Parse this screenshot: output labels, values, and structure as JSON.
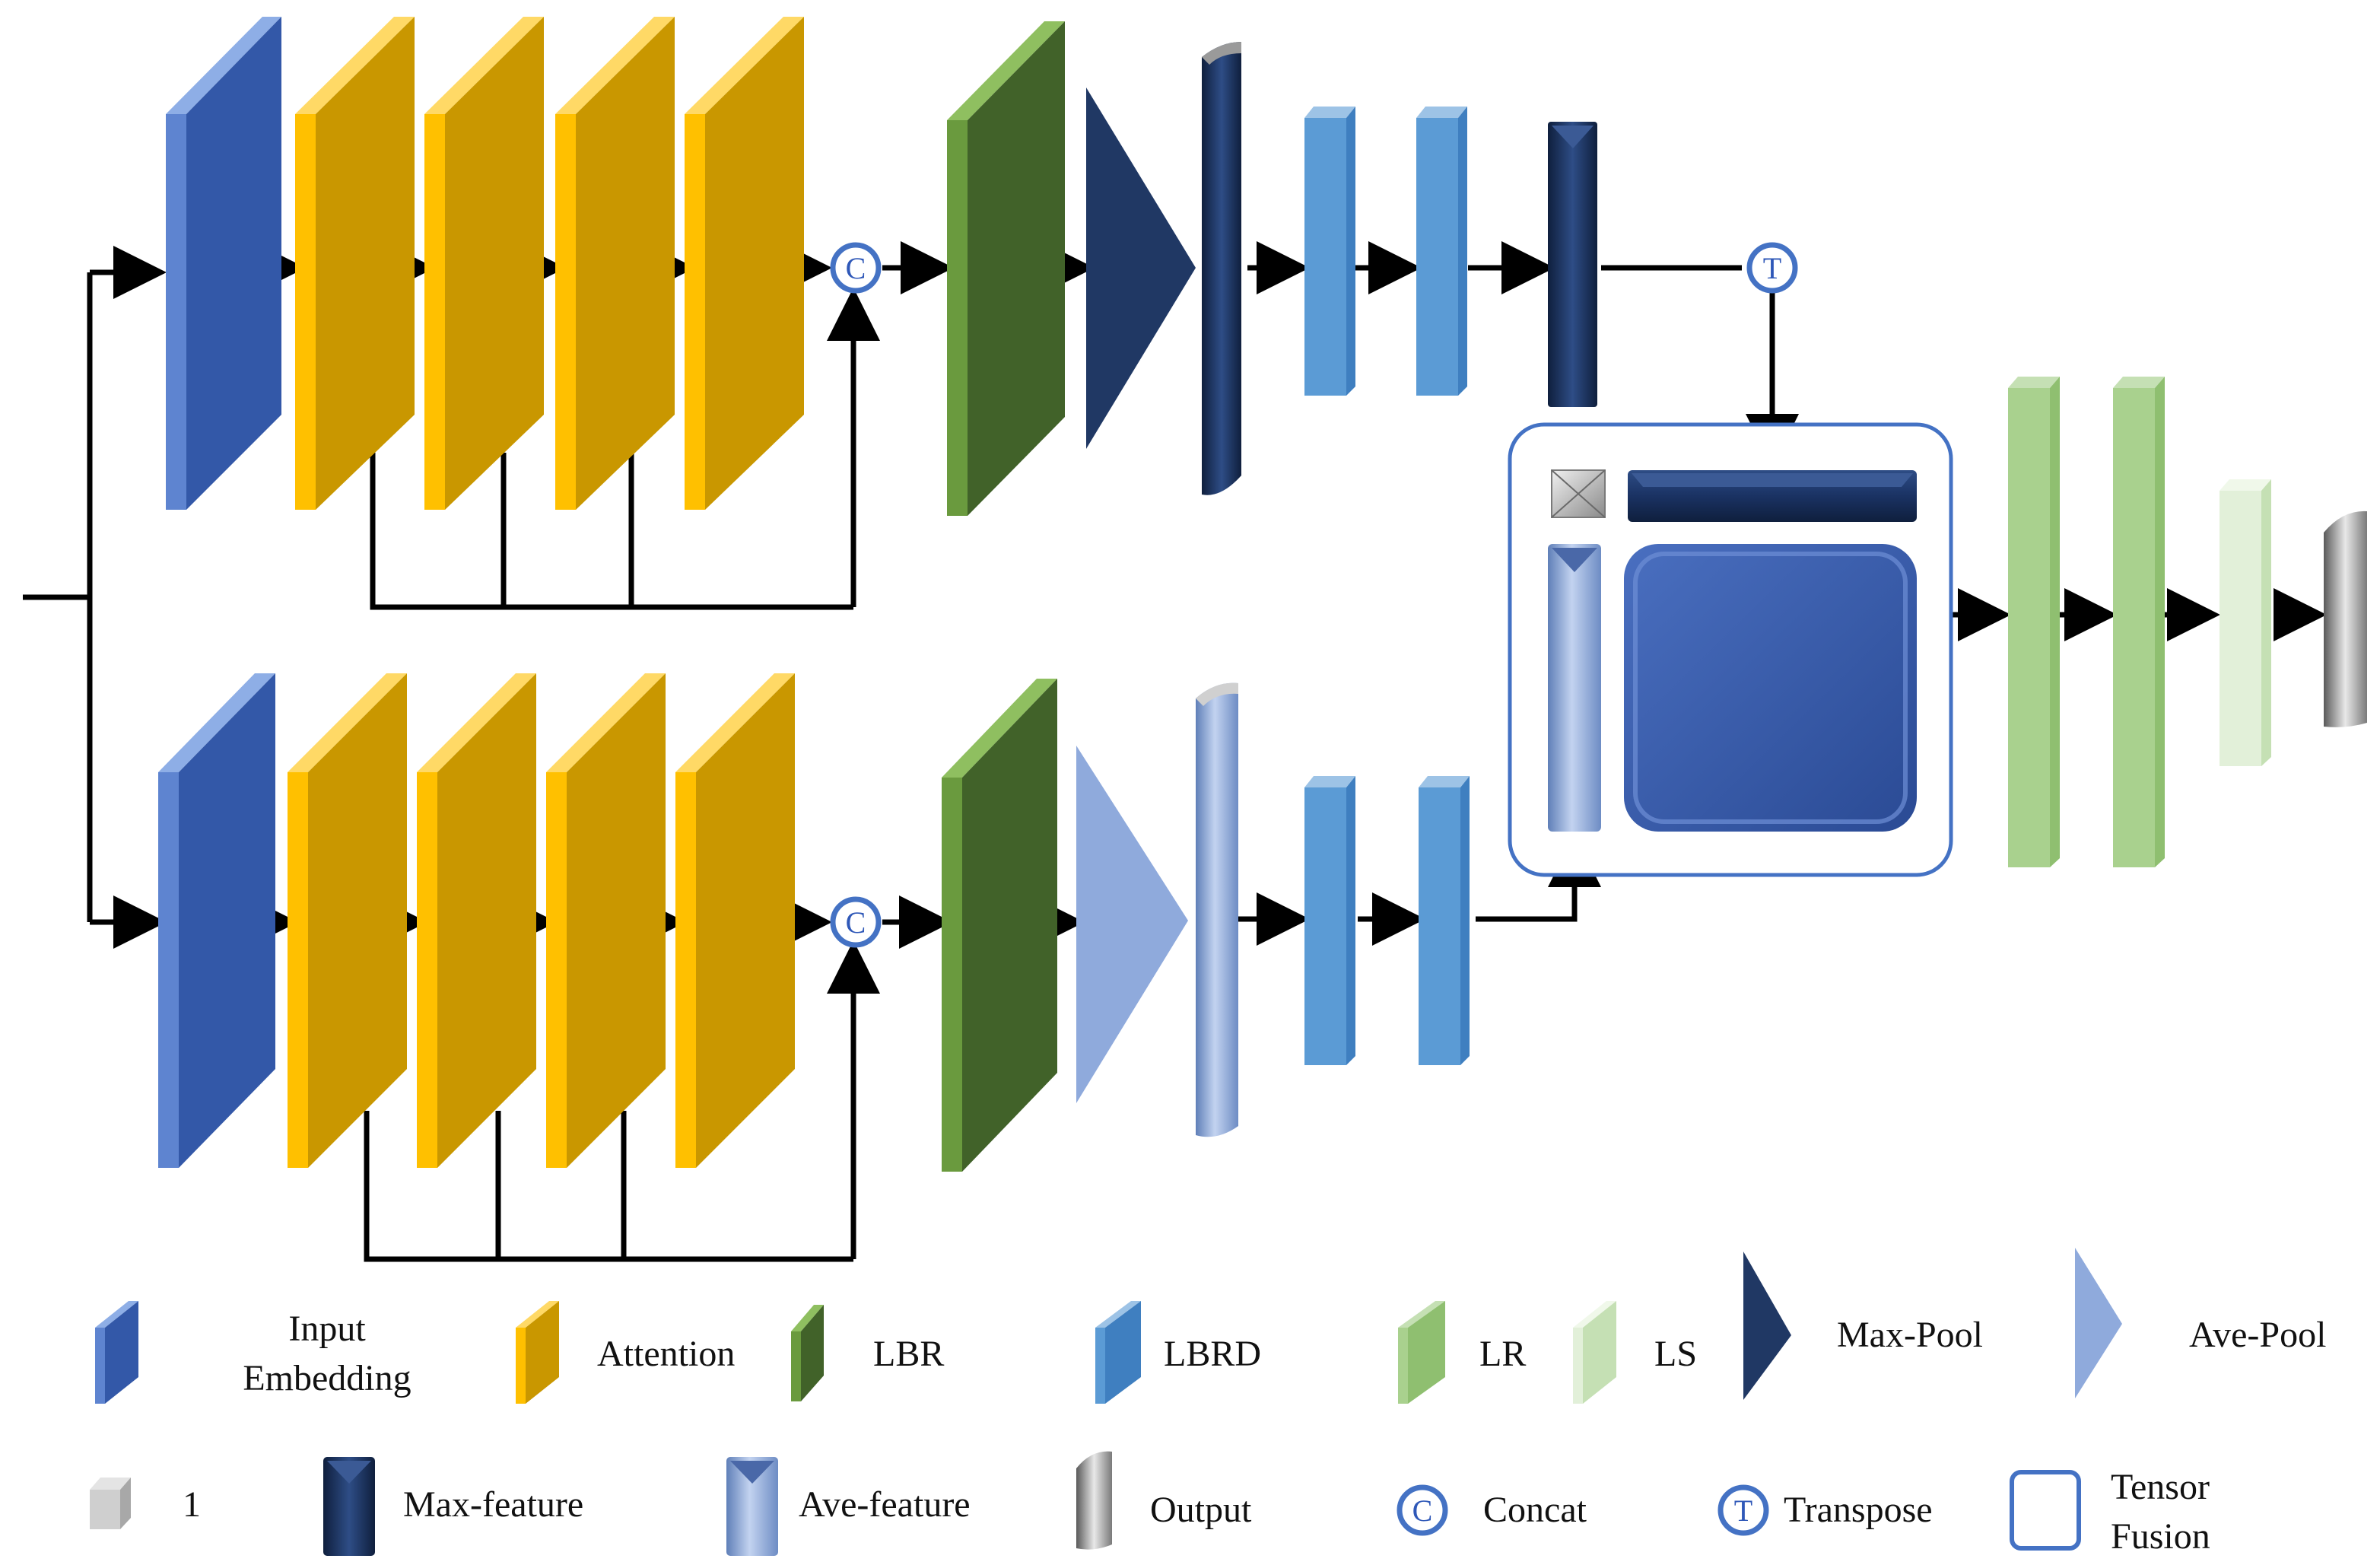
{
  "colors": {
    "input_embedding": "#3358A8",
    "attention": "#C99700",
    "attention_edge": "#FFC000",
    "lbr": "#416229",
    "lbrd": "#5B9BD5",
    "lr": "#A9D18E",
    "ls": "#E2F0D9",
    "max_pool": "#203864",
    "ave_pool": "#8FAADC",
    "max_feature": "#1F3864",
    "ave_feature": "#8FAADC",
    "output": "#8C8C8C",
    "op_circle": "#4472C4",
    "tensor_fusion_border": "#4472C4",
    "edge": "#000000"
  },
  "diagram": {
    "type": "network-architecture",
    "branches": [
      {
        "id": "top",
        "sequence": [
          "input_embedding",
          "attention",
          "attention",
          "attention",
          "attention",
          "concat",
          "lbr",
          "max_pool",
          "max_feature",
          "lbrd",
          "lbrd",
          "max_feature",
          "transpose"
        ],
        "skip_connections": "attention outputs to concat"
      },
      {
        "id": "bottom",
        "sequence": [
          "input_embedding",
          "attention",
          "attention",
          "attention",
          "attention",
          "concat",
          "lbr",
          "ave_pool",
          "ave_feature",
          "lbrd",
          "lbrd"
        ],
        "skip_connections": "attention outputs to concat"
      }
    ],
    "fusion": {
      "type": "tensor_fusion",
      "contents": [
        "one",
        "max_feature",
        "ave_feature",
        "fused_tensor"
      ]
    },
    "head": [
      "lr",
      "lr",
      "ls",
      "output"
    ],
    "operators": {
      "concat_symbol": "C",
      "transpose_symbol": "T"
    }
  },
  "legend": {
    "input_embedding": {
      "line1": "Input",
      "line2": "Embedding",
      "icon": "blue-slab-icon"
    },
    "attention": {
      "label": "Attention",
      "icon": "gold-slab-icon"
    },
    "lbr": {
      "label": "LBR",
      "icon": "dark-green-slab-icon"
    },
    "lbrd": {
      "label": "LBRD",
      "icon": "light-blue-slab-icon"
    },
    "lr": {
      "label": "LR",
      "icon": "green-slab-icon"
    },
    "ls": {
      "label": "LS",
      "icon": "pale-green-slab-icon"
    },
    "max_pool": {
      "label": "Max-Pool",
      "icon": "dark-triangle-icon"
    },
    "ave_pool": {
      "label": "Ave-Pool",
      "icon": "light-triangle-icon"
    },
    "one": {
      "label": "1",
      "icon": "gray-cube-icon"
    },
    "max_feature": {
      "label": "Max-feature",
      "icon": "dark-bevel-bar-icon"
    },
    "ave_feature": {
      "label": "Ave-feature",
      "icon": "light-bevel-bar-icon"
    },
    "output": {
      "label": "Output",
      "icon": "gray-cylinder-icon"
    },
    "concat": {
      "label": "Concat",
      "symbol": "C",
      "icon": "concat-circle-icon"
    },
    "transpose": {
      "label": "Transpose",
      "symbol": "T",
      "icon": "transpose-circle-icon"
    },
    "tensor_fusion": {
      "line1": "Tensor",
      "line2": "Fusion",
      "icon": "rounded-square-icon"
    }
  }
}
